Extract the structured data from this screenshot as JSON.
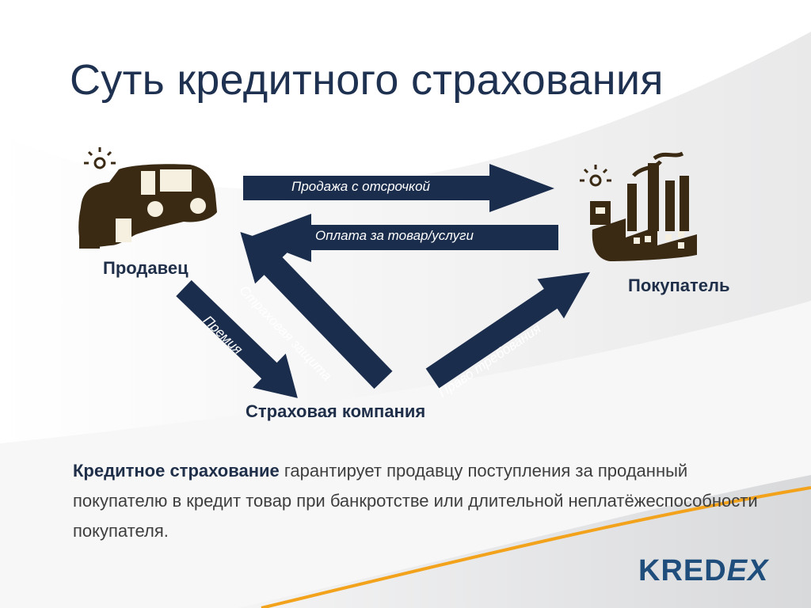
{
  "title": "Суть кредитного страхования",
  "nodes": {
    "seller": "Продавец",
    "buyer": "Покупатель",
    "insurer": "Страховая компания"
  },
  "arrows": {
    "sale_deferred": "Продажа с отсрочкой",
    "payment": "Оплата за товар/услуги",
    "premium": "Премия",
    "protection": "Страховая защита",
    "claim_right": "Право требования"
  },
  "description": {
    "bold": "Кредитное страхование",
    "rest": " гарантирует продавцу поступления за проданный покупателю в кредит товар при банкротстве или длительной неплатёжеспособности покупателя."
  },
  "logo": {
    "part1": "KRED",
    "part2": "EX"
  },
  "colors": {
    "arrow": "#1b2d4c",
    "icon": "#3a2a14",
    "accent_line": "#f2a21b",
    "title": "#1f3150"
  },
  "icons": {
    "seller": "truck-icon",
    "buyer": "factory-icon"
  }
}
